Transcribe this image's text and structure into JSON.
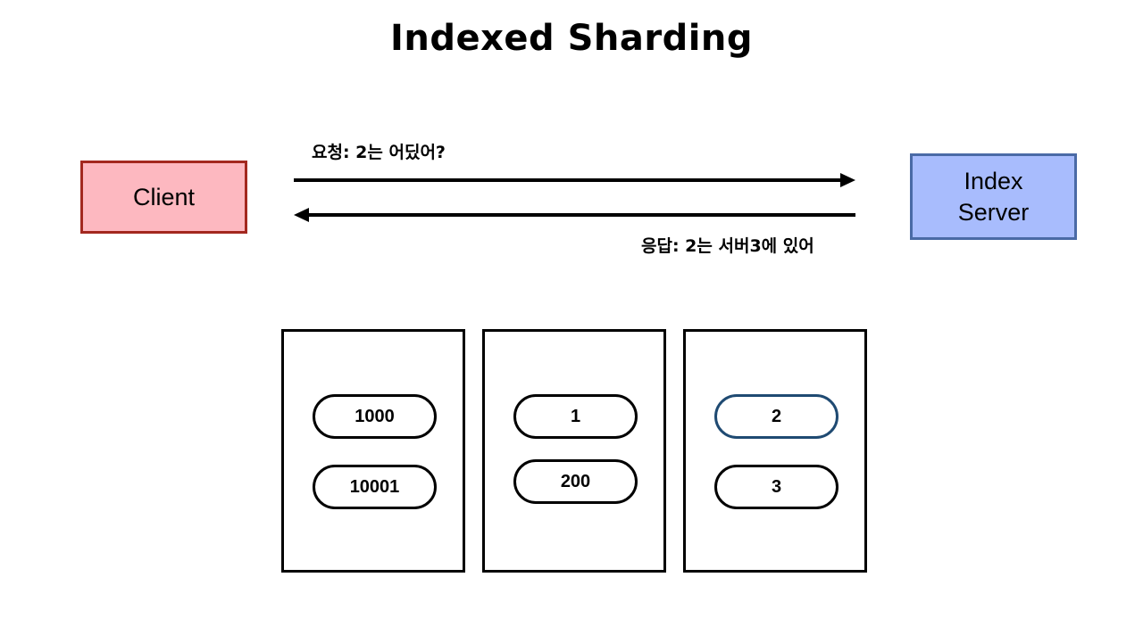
{
  "title": "Indexed Sharding",
  "client": {
    "label": "Client"
  },
  "index_server": {
    "label_line1": "Index",
    "label_line2": "Server"
  },
  "messages": {
    "request": "요청: 2는 어딨어?",
    "response": "응답: 2는 서버3에 있어"
  },
  "shards": [
    {
      "keys": [
        "1000",
        "10001"
      ]
    },
    {
      "keys": [
        "1",
        "200"
      ]
    },
    {
      "keys": [
        "2",
        "3"
      ],
      "highlighted_key": "2"
    }
  ],
  "colors": {
    "client_fill": "#fdb8c0",
    "client_border": "#a3281f",
    "server_fill": "#a8bcfd",
    "server_border": "#4a6aa6",
    "highlight_border": "#1f4a72"
  }
}
